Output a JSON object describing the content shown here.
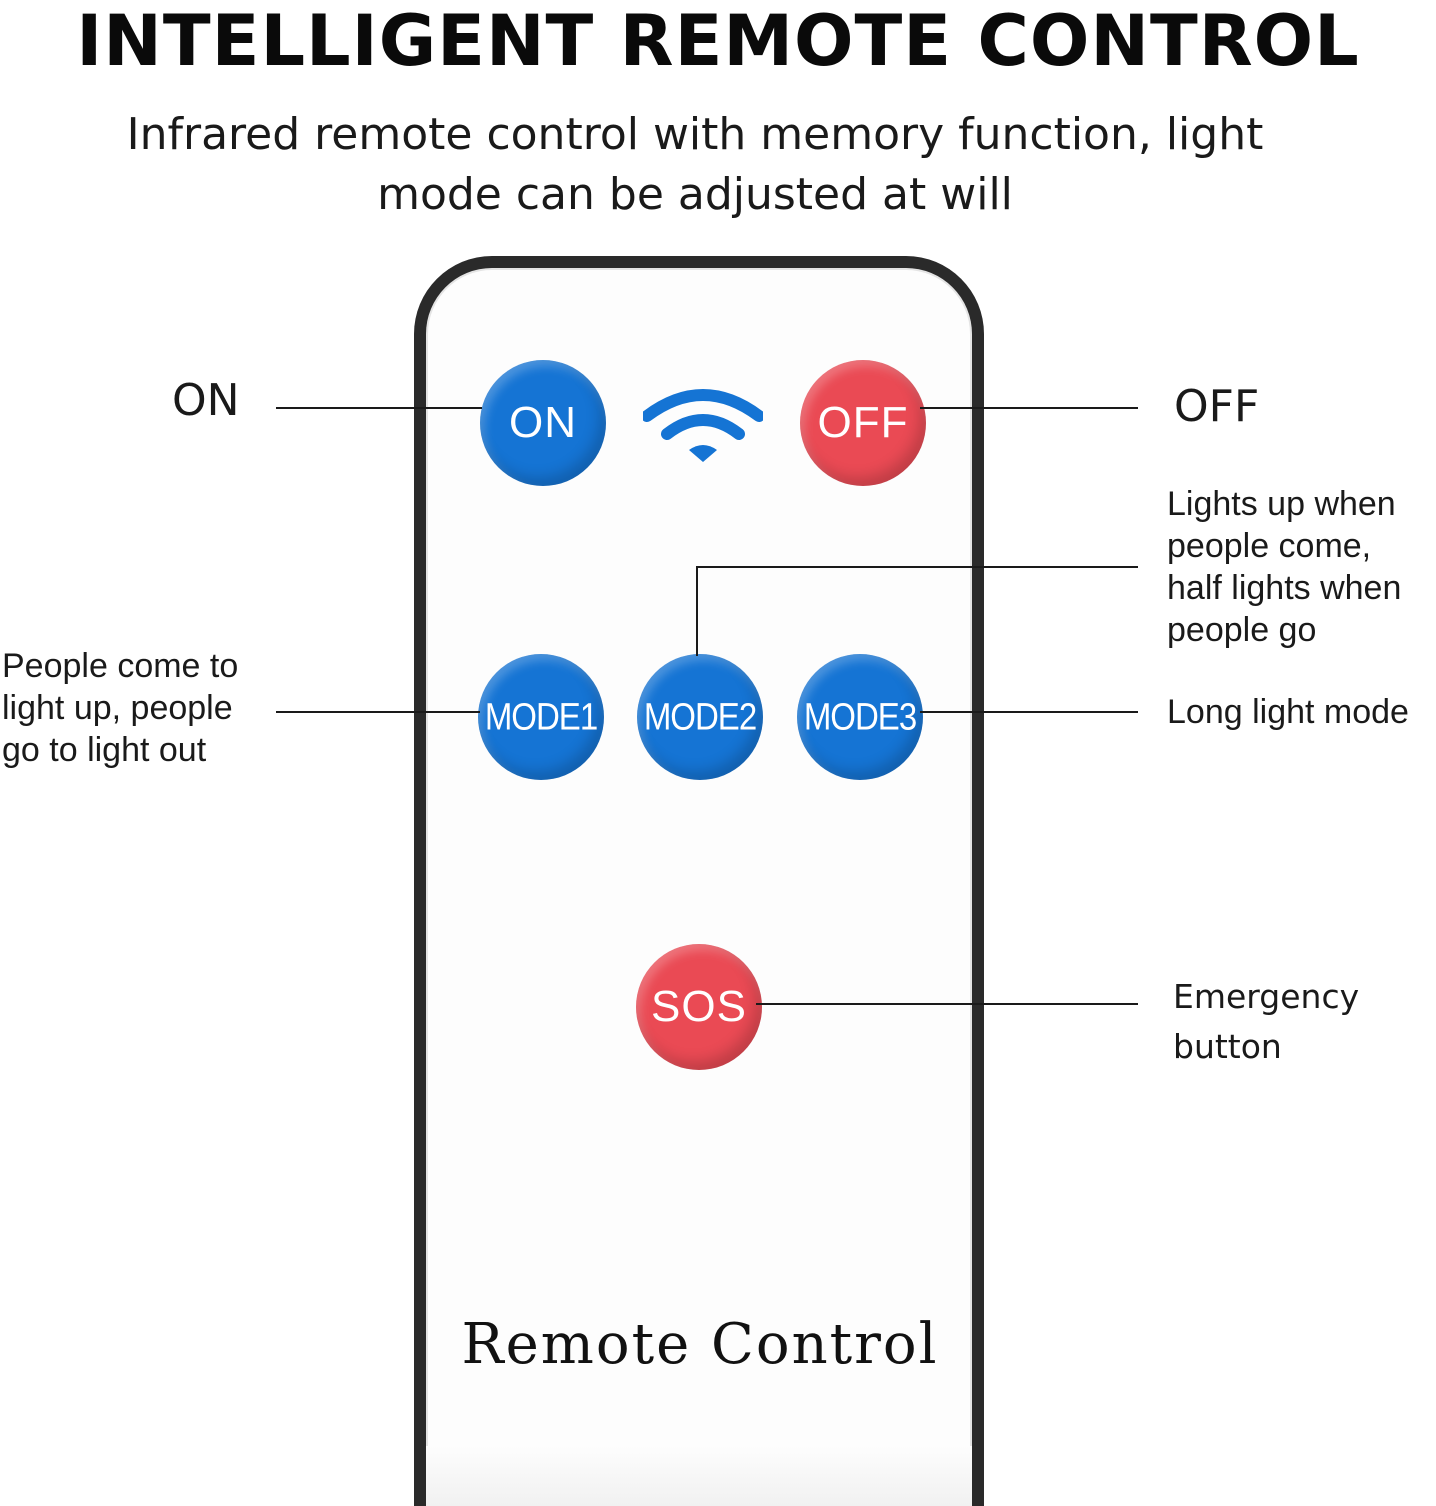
{
  "title": "INTELLIGENT REMOTE CONTROL",
  "subtitle": "Infrared remote control with memory function, light mode can be adjusted at will",
  "remote": {
    "label": "Remote Control",
    "buttons": {
      "on": "ON",
      "off": "OFF",
      "mode1": "MODE1",
      "mode2": "MODE2",
      "mode3": "MODE3",
      "sos": "SOS"
    },
    "signal_icon": "wifi-icon"
  },
  "annotations": {
    "on": "ON",
    "off": "OFF",
    "mode1": "People come to light up, people go to light out",
    "mode2": "Lights up when people come, half lights when people go",
    "mode3": "Long light mode",
    "sos": "Emergency button"
  },
  "colors": {
    "blue_button": "#1574d4",
    "red_button": "#ea4a54",
    "remote_border": "#2a2a2a",
    "text": "#1a1a1a"
  }
}
